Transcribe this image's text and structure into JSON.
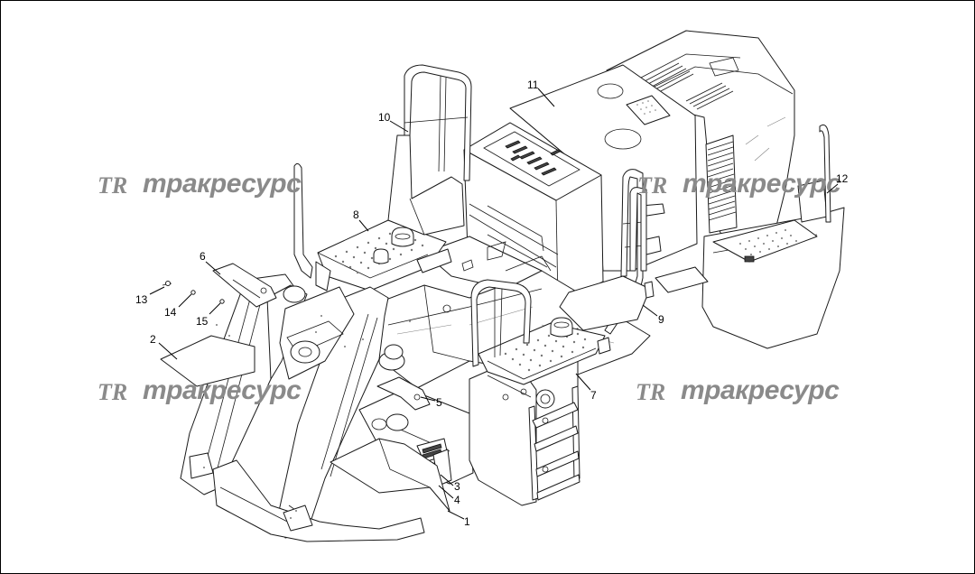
{
  "callouts": [
    {
      "id": "c1",
      "label": "1"
    },
    {
      "id": "c2",
      "label": "2"
    },
    {
      "id": "c3",
      "label": "3"
    },
    {
      "id": "c4",
      "label": "4"
    },
    {
      "id": "c5",
      "label": "5"
    },
    {
      "id": "c6",
      "label": "6"
    },
    {
      "id": "c7",
      "label": "7"
    },
    {
      "id": "c8",
      "label": "8"
    },
    {
      "id": "c9",
      "label": "9"
    },
    {
      "id": "c10",
      "label": "10"
    },
    {
      "id": "c11",
      "label": "11"
    },
    {
      "id": "c12",
      "label": "12"
    },
    {
      "id": "c13",
      "label": "13"
    },
    {
      "id": "c14",
      "label": "14"
    },
    {
      "id": "c15",
      "label": "15"
    }
  ],
  "watermark": {
    "logo": "TR",
    "text": "тракресурс",
    "color": "#8a8a8a"
  }
}
